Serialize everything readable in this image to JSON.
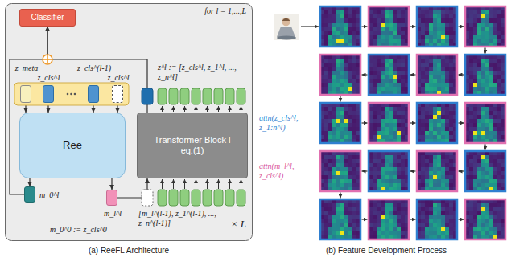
{
  "diagram": {
    "nodes": [
      {
        "text": [
          "for l = 1,...,L",
          "× L"
        ]
      },
      {
        "text": [
          "Classifier"
        ],
        "in": 0
      },
      {
        "text": [
          "z_meta"
        ],
        "in": 0
      },
      {
        "text": [
          "z_cls^1"
        ],
        "in": 0
      },
      {
        "text": [
          "z_cls^(l-1)"
        ],
        "in": 0
      },
      {
        "text": [
          "z_cls^l"
        ],
        "in": 0
      },
      {
        "text": [
          "Ree"
        ],
        "in": 0
      },
      {
        "text": [
          "Transformer Block l",
          "eq.(1)"
        ],
        "in": 0
      },
      {
        "text": [
          "m_0^l"
        ],
        "in": 0
      },
      {
        "text": [
          "m_l^l"
        ],
        "in": 0
      }
    ],
    "edges": [
      {
        "from": 2,
        "to": 6,
        "arrow": "to"
      },
      {
        "from": 3,
        "to": 6,
        "arrow": "to"
      },
      {
        "from": 4,
        "to": 6,
        "arrow": "to"
      },
      {
        "from": 5,
        "to": 6,
        "arrow": "to"
      },
      {
        "from": 6,
        "to": 8,
        "arrow": "to"
      },
      {
        "from": 6,
        "to": 9,
        "arrow": "to"
      },
      {
        "from": 9,
        "to": 7,
        "arrow": "to"
      },
      {
        "from": 8,
        "to": 1,
        "arrow": "to"
      },
      {
        "from": 7,
        "to": 1,
        "arrow": "to"
      }
    ],
    "labels": [
      "z^l := [z_cls^l, z_1^l, ..., z_n^l]",
      "[m_l^(l-1), z_1^(l-1), ..., z_n^(l-1)]",
      "m_0^0 := z_cls^0",
      "(a) ReeFL Architecture",
      "attn(z_cls^l, z_1:n^l)",
      "attn(m_l^l, z_cls^l)",
      "(b) Feature Development Process"
    ]
  }
}
